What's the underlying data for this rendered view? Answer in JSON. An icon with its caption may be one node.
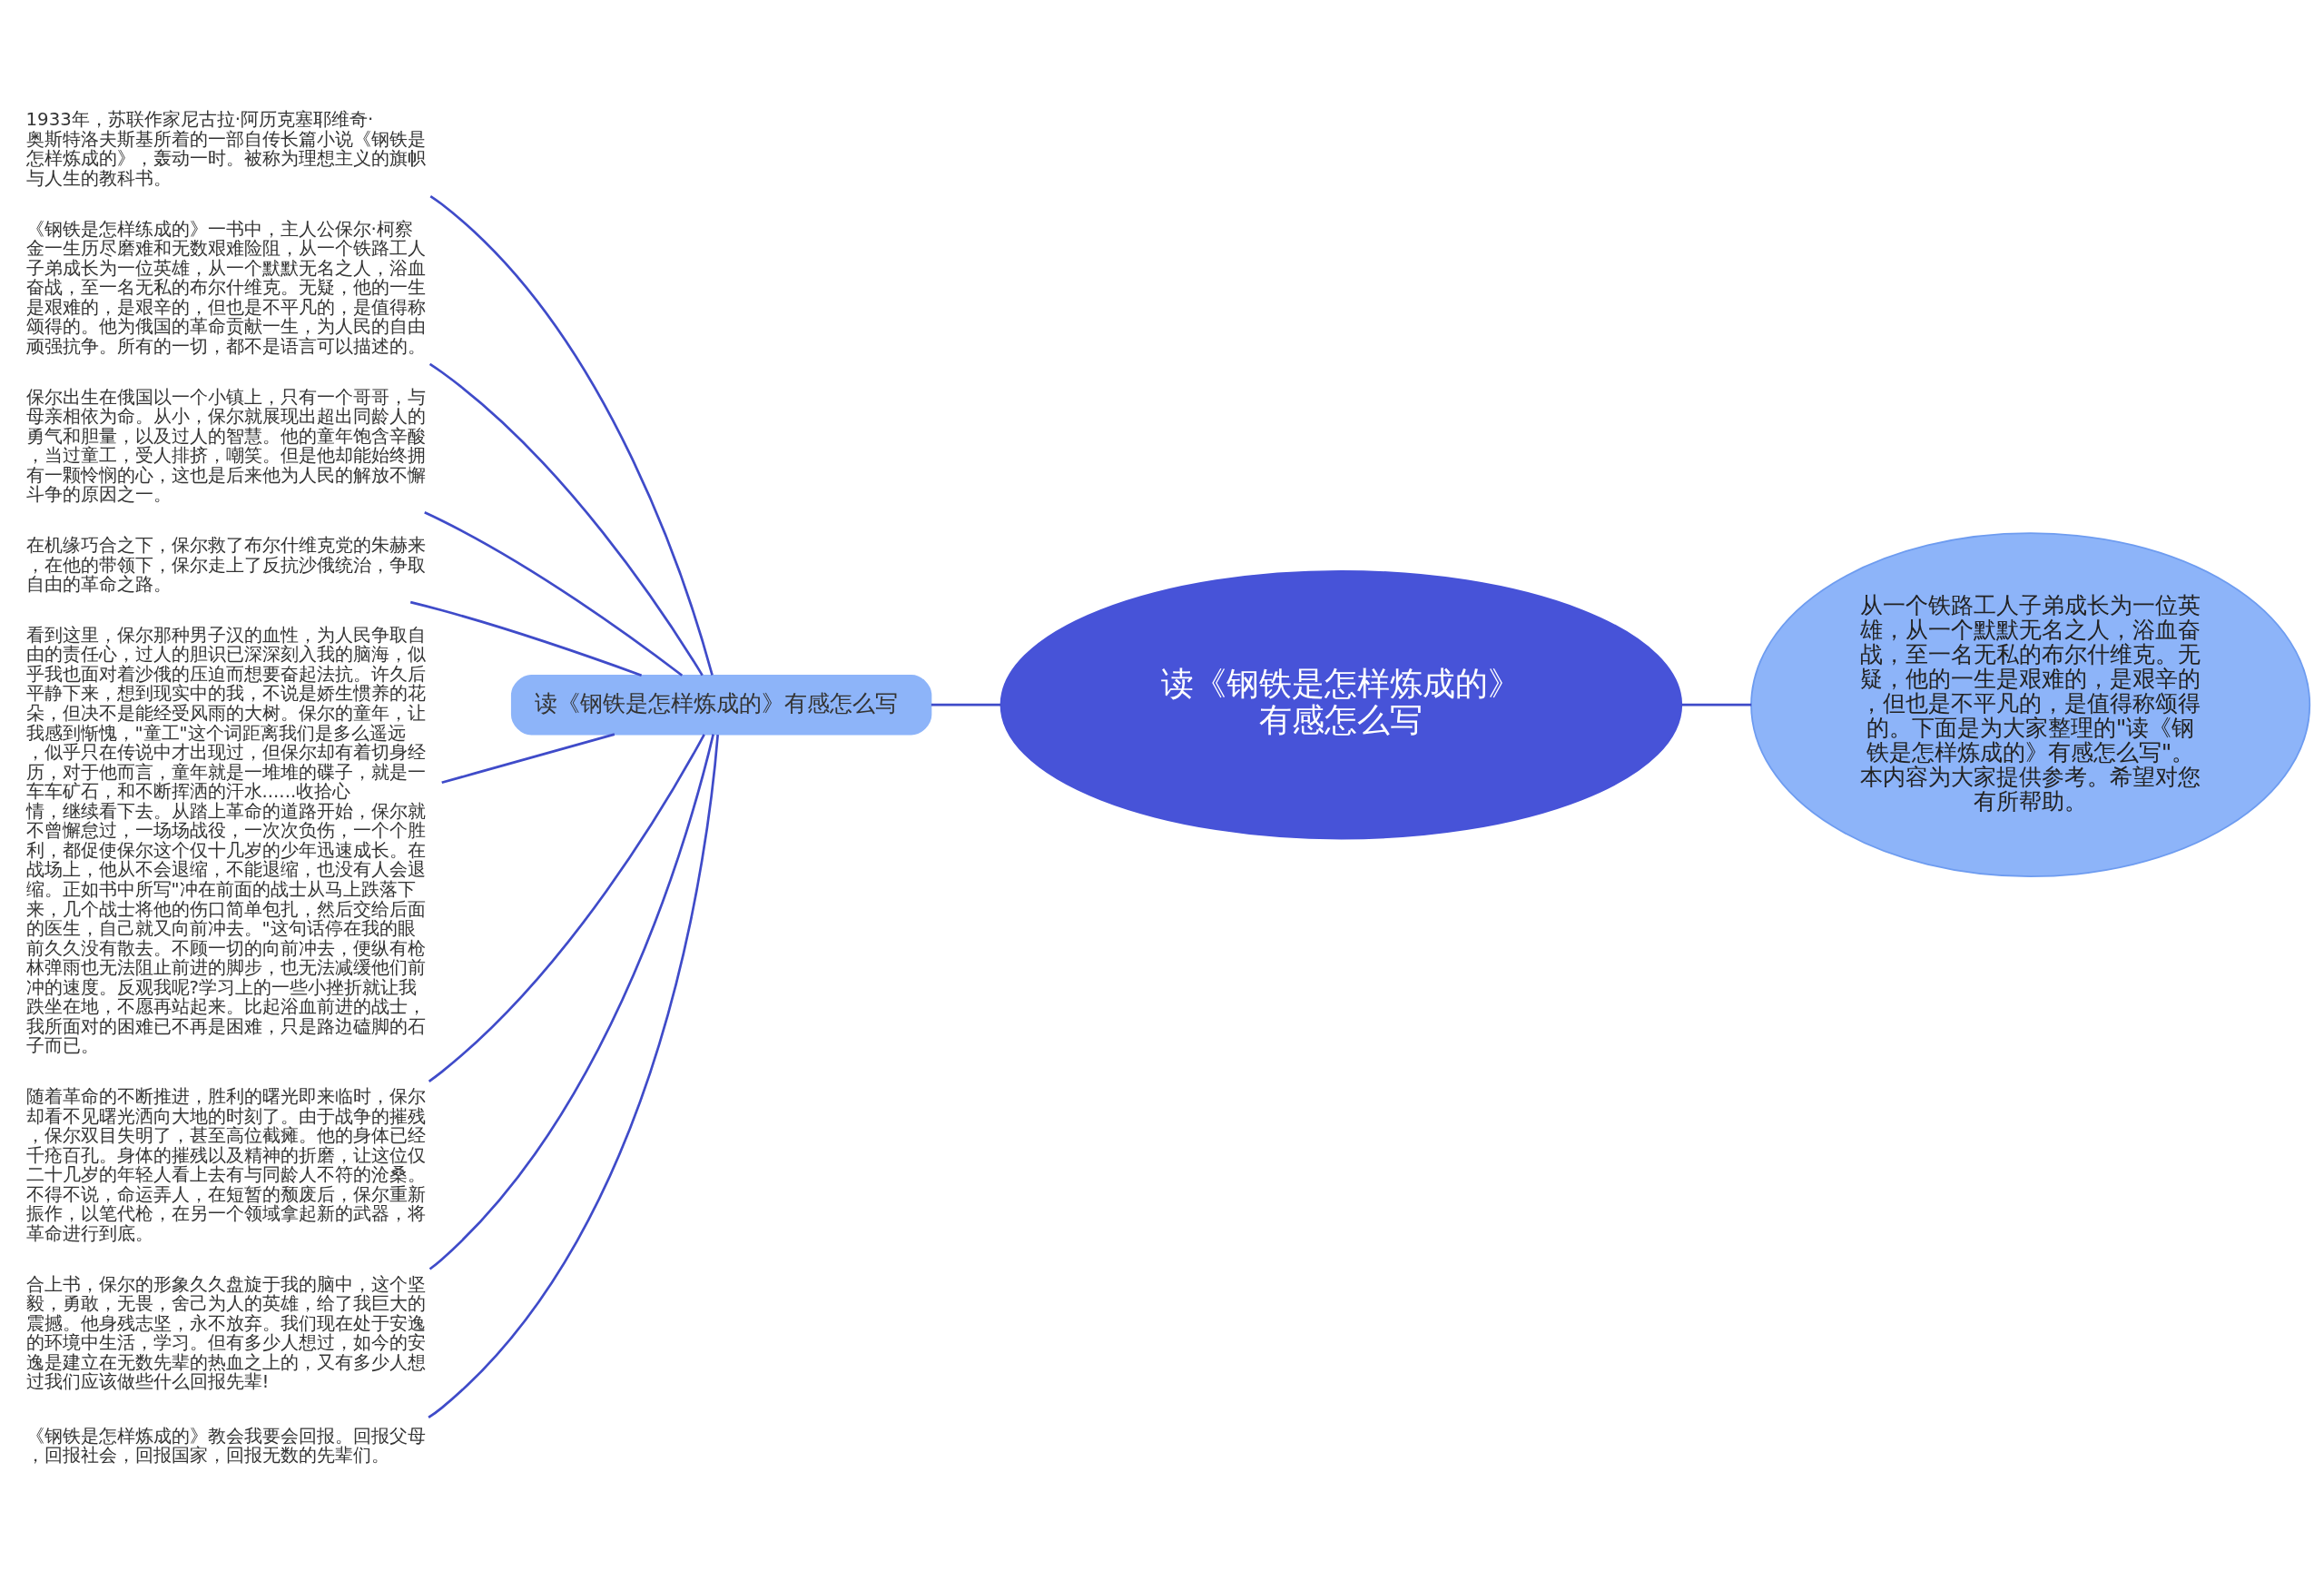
{
  "diagram": {
    "nodes": [
      {
        "text": [
          "读《钢铁是怎样炼成的》有感怎么写"
        ]
      },
      {
        "text": [
          "从一个铁路工人子弟成长为一位英雄，从一个默默无名之人，浴血奋战，至一名无私的布尔什维克。无疑，他的一生是艰难的，是艰辛的，但也是不平凡的，是值得称颂得的。下面是为大家整理的\"读《钢铁是怎样炼成的》有感怎么写\"。本内容为大家提供参考。希望对您有所帮助。"
        ]
      },
      {
        "text": [
          "读《钢铁是怎样炼成的》有感怎么写"
        ]
      },
      {
        "text": [
          "1933年，苏联作家尼古拉·阿历克塞耶维奇·奥斯特洛夫斯基所着的一部自传长篇小说《钢铁是怎样炼成的》，轰动一时。被称为理想主义的旗帜与人生的教科书。"
        ]
      },
      {
        "text": [
          "《钢铁是怎样练成的》一书中，主人公保尔·柯察金一生历尽磨难和无数艰难险阻，从一个铁路工人子弟成长为一位英雄，从一个默默无名之人，浴血奋战，至一名无私的布尔什维克。无疑，他的一生是艰难的，是艰辛的，但也是不平凡的，是值得称颂得的。他为俄国的革命贡献一生，为人民的自由顽强抗争。所有的一切，都不是语言可以描述的。"
        ]
      },
      {
        "text": [
          "保尔出生在俄国以一个小镇上，只有一个哥哥，与母亲相依为命。从小，保尔就展现出超出同龄人的勇气和胆量，以及过人的智慧。他的童年饱含辛酸，当过童工，受人排挤，嘲笑。但是他却能始终拥有一颗怜悯的心，这也是后来他为人民的解放不懈斗争的原因之一。"
        ]
      },
      {
        "text": [
          "在机缘巧合之下，保尔救了布尔什维克党的朱赫来，在他的带领下，保尔走上了反抗沙俄统治，争取自由的革命之路。"
        ]
      },
      {
        "text": [
          "看到这里，保尔那种男子汉的血性，为人民争取自由的责任心，过人的胆识已深深刻入我的脑海，似乎我也面对着沙俄的压迫而想要奋起法抗。许久后平静下来，想到现实中的我，不说是娇生惯养的花朵，但决不是能经受风雨的大树。保尔的童年，让我感到惭愧，\"童工\"这个词距离我们是多么遥远，似乎只在传说中才出现过，但保尔却有着切身经历，对于他而言，童年就是一堆堆的碟子，就是一车车矿石，和不断挥洒的汗水......收拾心情，继续看下去。从踏上革命的道路开始，保尔就不曾懈怠过，一场场战役，一次次负伤，一个个胜利，都促使保尔这个仅十几岁的少年迅速成长。在战场上，他从不会退缩，不能退缩，也没有人会退缩。正如书中所写\"冲在前面的战士从马上跌落下来，几个战士将他的伤口简单包扎，然后交给后面的医生，自己就又向前冲去。\"这句话停在我的眼前久久没有散去。不顾一切的向前冲去，便纵有枪林弹雨也无法阻止前进的脚步，也无法减缓他们前冲的速度。反观我呢?学习上的一些小挫折就让我跌坐在地，不愿再站起来。比起浴血前进的战士，我所面对的困难已不再是困难，只是路边磕脚的石子而已。"
        ]
      },
      {
        "text": [
          "随着革命的不断推进，胜利的曙光即来临时，保尔却看不见曙光洒向大地的时刻了。由于战争的摧残，保尔双目失明了，甚至高位截瘫。他的身体已经千疮百孔。身体的摧残以及精神的折磨，让这位仅二十几岁的年轻人看上去有与同龄人不符的沧桑。不得不说，命运弄人，在短暂的颓废后，保尔重新振作，以笔代枪，在另一个领域拿起新的武器，将革命进行到底。"
        ]
      },
      {
        "text": [
          "合上书，保尔的形象久久盘旋于我的脑中，这个坚毅，勇敢，无畏，舍己为人的英雄，给了我巨大的震撼。他身残志坚，永不放弃。我们现在处于安逸的环境中生活，学习。但有多少人想过，如今的安逸是建立在无数先辈的热血之上的，又有多少人想过我们应该做些什么回报先辈!"
        ]
      },
      {
        "text": [
          "《钢铁是怎样炼成的》教会我要会回报。回报父母，回报社会，回报国家，回报无数的先辈们。"
        ]
      }
    ],
    "edges": [
      {
        "from": 0,
        "to": 1,
        "arrow": "none"
      },
      {
        "from": 2,
        "to": 0,
        "arrow": "none"
      },
      {
        "from": 3,
        "to": 2,
        "arrow": "none"
      },
      {
        "from": 4,
        "to": 2,
        "arrow": "none"
      },
      {
        "from": 5,
        "to": 2,
        "arrow": "none"
      },
      {
        "from": 6,
        "to": 2,
        "arrow": "none"
      },
      {
        "from": 7,
        "to": 2,
        "arrow": "none"
      },
      {
        "from": 8,
        "to": 2,
        "arrow": "none"
      },
      {
        "from": 9,
        "to": 2,
        "arrow": "none"
      },
      {
        "from": 10,
        "to": 2,
        "arrow": "none"
      }
    ]
  }
}
